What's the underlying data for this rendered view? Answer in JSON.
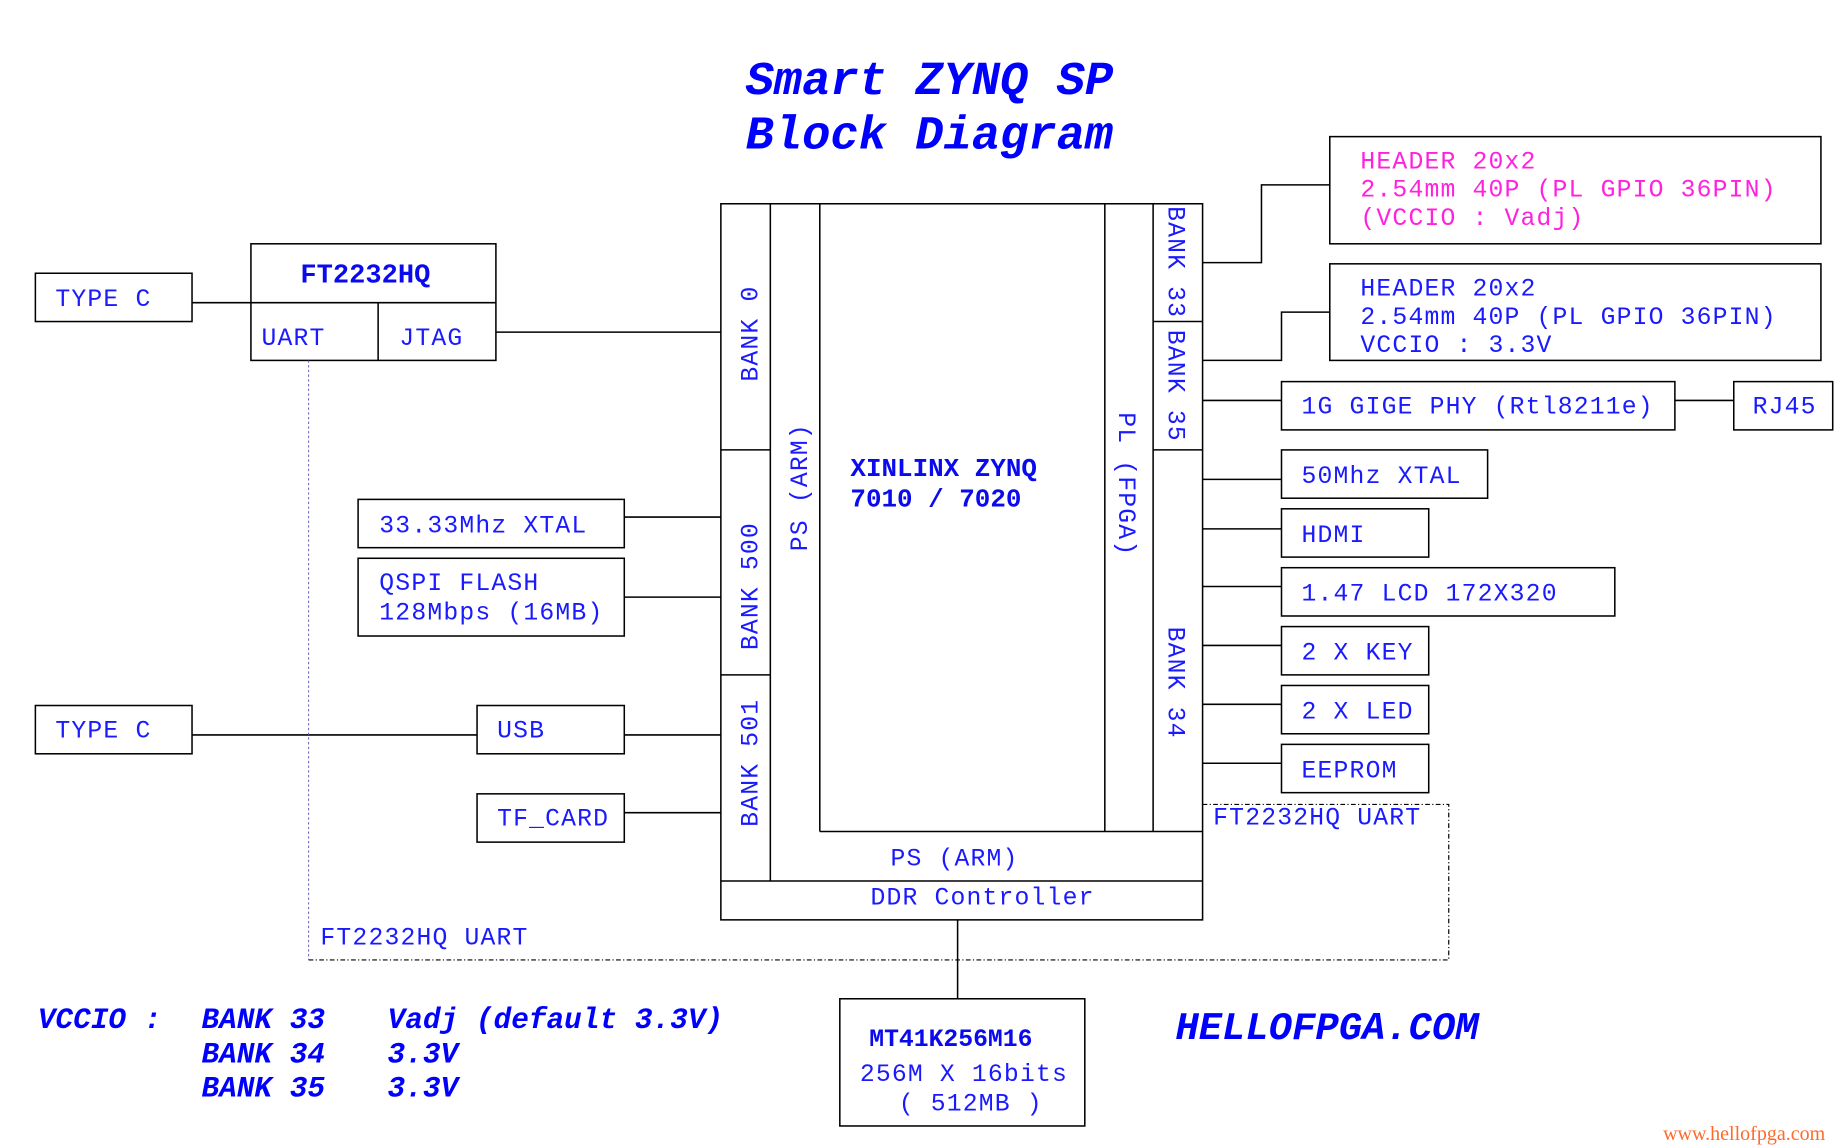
{
  "title": {
    "line1": "Smart ZYNQ SP",
    "line2": "Block Diagram"
  },
  "soc": {
    "name": "XINLINX  ZYNQ",
    "models": "7010 / 7020",
    "ps_vertical": "PS (ARM)",
    "pl_vertical": "PL (FPGA)",
    "ps_bottom": "PS (ARM)",
    "ddr_controller": "DDR Controller",
    "banks": {
      "bank0": "BANK 0",
      "bank500": "BANK 500",
      "bank501": "BANK 501",
      "bank33": "BANK 33",
      "bank35": "BANK 35",
      "bank34": "BANK 34"
    }
  },
  "left": {
    "typec_top": "TYPE C",
    "ft2232": {
      "name": "FT2232HQ",
      "uart": "UART",
      "jtag": "JTAG"
    },
    "xtal": "33.33Mhz XTAL",
    "qspi": {
      "line1": "QSPI FLASH",
      "line2": "128Mbps (16MB)"
    },
    "typec_bottom": "TYPE C",
    "usb": "USB",
    "tf_card": "TF_CARD",
    "uart_loop_label": "FT2232HQ  UART"
  },
  "right": {
    "header1": {
      "line1": "HEADER 20x2",
      "line2": "2.54mm  40P (PL GPIO 36PIN)",
      "line3": "(VCCIO : Vadj)"
    },
    "header2": {
      "line1": "HEADER 20x2",
      "line2": "2.54mm  40P (PL GPIO 36PIN)",
      "line3": "VCCIO :  3.3V"
    },
    "gige": "1G GIGE PHY (Rtl8211e)",
    "rj45": "RJ45",
    "xtal50": "50Mhz XTAL",
    "hdmi": "HDMI",
    "lcd": "1.47  LCD  172X320",
    "key": "2 X KEY",
    "led": "2 X LED",
    "eeprom": "EEPROM",
    "uart_label": "FT2232HQ  UART"
  },
  "ddr": {
    "part": "MT41K256M16",
    "org": "256M X 16bits",
    "size": "( 512MB )"
  },
  "vccio_note": {
    "prefix": "VCCIO :",
    "rows": [
      {
        "bank": "BANK 33",
        "value": "Vadj (default 3.3V)"
      },
      {
        "bank": "BANK 34",
        "value": "3.3V"
      },
      {
        "bank": "BANK 35",
        "value": "3.3V"
      }
    ]
  },
  "brand": "HELLOFPGA.COM",
  "watermark": "www.hellofpga.com",
  "colors": {
    "label": "#1a1aff",
    "header_vadj": "#ff22dd",
    "title": "#0000ff",
    "watermark": "#ff6a2a"
  }
}
